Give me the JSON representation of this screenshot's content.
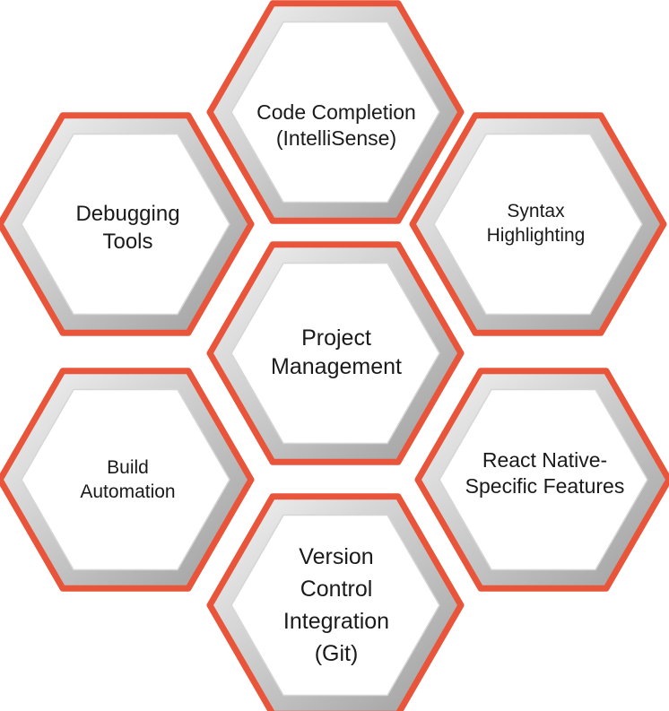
{
  "colors": {
    "border": "#e8553a",
    "ring_light": "#f2f2f2",
    "ring_dark": "#a9a9a9",
    "inner_fill": "#ffffff",
    "text": "#1a1a1a"
  },
  "hexagons": [
    {
      "id": "code-completion",
      "lines": [
        "Code Completion",
        "(IntelliSense)"
      ]
    },
    {
      "id": "debugging-tools",
      "lines": [
        "Debugging",
        "Tools"
      ]
    },
    {
      "id": "syntax-highlighting",
      "lines": [
        "Syntax",
        "Highlighting"
      ]
    },
    {
      "id": "project-management",
      "lines": [
        "Project",
        "Management"
      ]
    },
    {
      "id": "build-automation",
      "lines": [
        "Build",
        "Automation"
      ]
    },
    {
      "id": "react-native-specific-features",
      "lines": [
        "React Native-",
        "Specific Features"
      ]
    },
    {
      "id": "version-control-integration",
      "lines": [
        "Version",
        "Control",
        "Integration",
        "(Git)"
      ]
    }
  ]
}
